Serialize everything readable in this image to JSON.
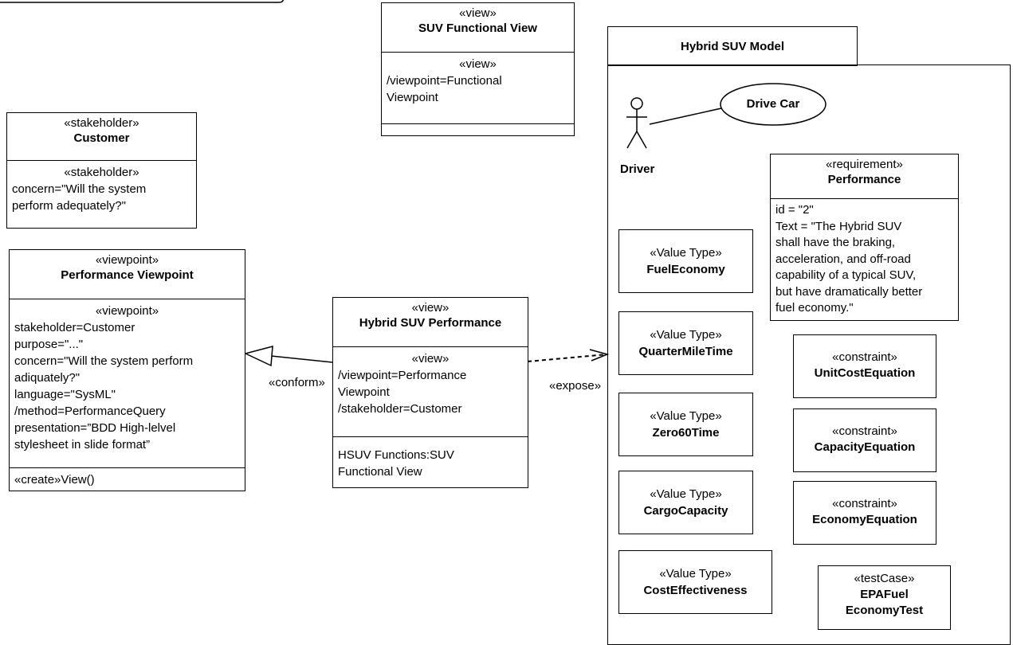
{
  "suv_functional_view": {
    "stereotype": "«view»",
    "name": "SUV Functional View",
    "attr_stereotype": "«view»",
    "attrs": [
      "/viewpoint=Functional",
      "Viewpoint"
    ]
  },
  "customer": {
    "stereotype": "«stakeholder»",
    "name": "Customer",
    "attr_stereotype": "«stakeholder»",
    "attrs": [
      "concern=\"Will the system",
      "perform adequately?\""
    ]
  },
  "performance_viewpoint": {
    "stereotype": "«viewpoint»",
    "name": "Performance Viewpoint",
    "attr_stereotype": "«viewpoint»",
    "attrs": [
      "stakeholder=Customer",
      "purpose=\"...\"",
      "concern=\"Will the system perform",
      "adiquately?\"",
      "language=\"SysML\"",
      "/method=PerformanceQuery",
      "presentation=”BDD High-lelvel",
      "stylesheet in slide format”"
    ],
    "operation": "«create»View()"
  },
  "hybrid_suv_performance": {
    "stereotype": "«view»",
    "name": "Hybrid SUV Performance",
    "attr_stereotype": "«view»",
    "attrs": [
      "/viewpoint=Performance",
      "Viewpoint",
      "/stakeholder=Customer"
    ],
    "parts": [
      "HSUV Functions:SUV",
      "Functional View"
    ]
  },
  "relations": {
    "conform": "«conform»",
    "expose": "«expose»"
  },
  "model": {
    "title": "Hybrid SUV Model",
    "actor": "Driver",
    "use_case": "Drive Car",
    "requirement": {
      "stereotype": "«requirement»",
      "name": "Performance",
      "lines": [
        "id = \"2\"",
        "Text = \"The Hybrid SUV",
        "shall have the braking,",
        "acceleration, and off-road",
        "capability of a typical SUV,",
        "but have dramatically better",
        "fuel economy.\""
      ]
    },
    "value_types": [
      {
        "stereotype": "«Value Type»",
        "name": "FuelEconomy"
      },
      {
        "stereotype": "«Value Type»",
        "name": "QuarterMileTime"
      },
      {
        "stereotype": "«Value Type»",
        "name": "Zero60Time"
      },
      {
        "stereotype": "«Value Type»",
        "name": "CargoCapacity"
      },
      {
        "stereotype": "«Value Type»",
        "name": "CostEffectiveness"
      }
    ],
    "constraints": [
      {
        "stereotype": "«constraint»",
        "name": "UnitCostEquation"
      },
      {
        "stereotype": "«constraint»",
        "name": "CapacityEquation"
      },
      {
        "stereotype": "«constraint»",
        "name": "EconomyEquation"
      }
    ],
    "test_case": {
      "stereotype": "«testCase»",
      "name_lines": [
        "EPAFuel",
        "EconomyTest"
      ]
    }
  }
}
